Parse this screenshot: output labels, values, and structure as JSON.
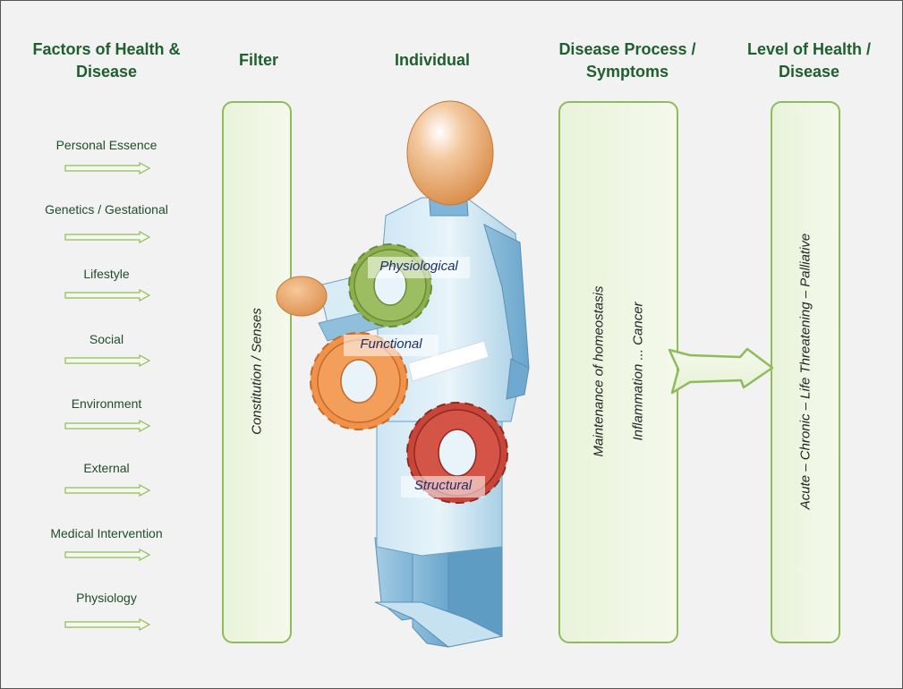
{
  "columns": {
    "factors_title": "Factors of Health & Disease",
    "filter_title": "Filter",
    "individual_title": "Individual",
    "disease_title": "Disease Process / Symptoms",
    "level_title": "Level of Health / Disease"
  },
  "factors": [
    "Personal Essence",
    "Genetics / Gestational",
    "Lifestyle",
    "Social",
    "Environment",
    "External",
    "Medical Intervention",
    "Physiology"
  ],
  "filter_panel": {
    "text": "Constitution / Senses"
  },
  "disease_panel": {
    "line1": "Maintenance of homeostasis",
    "line2": "Inflammation ... Cancer"
  },
  "level_panel": {
    "text": "Acute – Chronic – Life Threatening – Palliative"
  },
  "gears": {
    "physiological": "Physiological",
    "functional": "Functional",
    "structural": "Structural"
  },
  "colors": {
    "title_green": "#1f5f2e",
    "panel_border": "#8fbc5a",
    "gear_green": "#8cb04f",
    "gear_orange": "#f0924a",
    "gear_red": "#c8453a",
    "body_blue": "#a9cfe6",
    "head_orange": "#e5a062"
  }
}
